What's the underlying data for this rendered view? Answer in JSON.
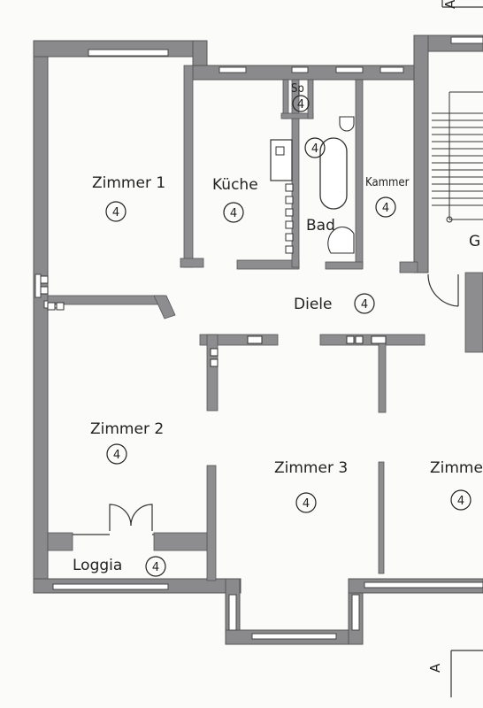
{
  "rooms": {
    "zimmer1": {
      "name": "Zimmer 1",
      "number": "4"
    },
    "kueche": {
      "name": "Küche",
      "number": "4"
    },
    "sp": {
      "name": "Sp",
      "number": "4"
    },
    "bad": {
      "name": "Bad",
      "number": "4"
    },
    "kammer": {
      "name": "Kammer",
      "number": "4"
    },
    "diele": {
      "name": "Diele",
      "number": "4"
    },
    "zimmer2": {
      "name": "Zimmer 2",
      "number": "4"
    },
    "zimmer3": {
      "name": "Zimmer 3",
      "number": "4"
    },
    "zimmer4": {
      "name": "Zimmer",
      "number": "4"
    },
    "loggia": {
      "name": "Loggia",
      "number": "4"
    }
  },
  "stair_label": "G",
  "section_marker": "A",
  "colors": {
    "wall": "#8a8a8c",
    "line": "#333333",
    "paper": "#fbfbfa"
  }
}
